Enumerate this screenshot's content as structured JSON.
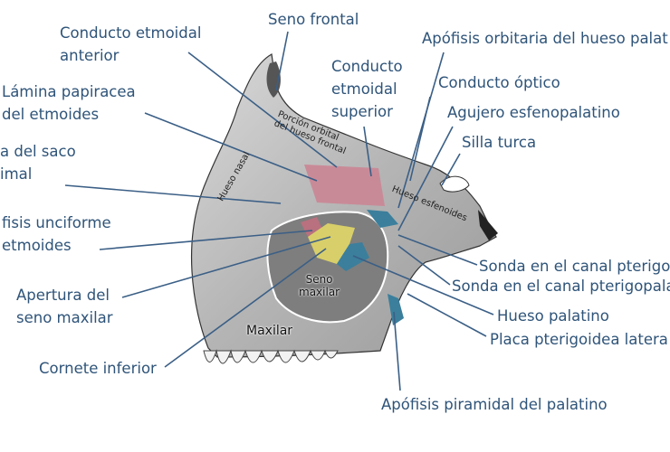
{
  "labels": {
    "seno_frontal": "Seno frontal",
    "conducto_etmoidal_anterior": [
      "Conducto etmoidal",
      "anterior"
    ],
    "apofisis_orbitaria": "Apófisis orbitaria del hueso palat",
    "conducto_etmoidal_superior": [
      "Conducto",
      "etmoidal",
      "superior"
    ],
    "conducto_optico": "Conducto óptico",
    "lamina_papiracea": [
      "Lámina papiracea",
      "del etmoides"
    ],
    "agujero_esfenopalatino": "Agujero esfenopalatino",
    "silla_turca": "Silla turca",
    "saco_lagrimal": [
      "a del saco",
      "imal"
    ],
    "apofisis_unciforme": [
      "fisis unciforme",
      "etmoides"
    ],
    "sonda_pterigoideo": "Sonda en el canal pterigo",
    "sonda_pterigopalatino": "Sonda en el canal pterigopala",
    "apertura_seno": [
      "Apertura del",
      "seno maxilar"
    ],
    "hueso_palatino": "Hueso palatino",
    "placa_pterigoidea": "Placa pterigoidea latera",
    "cornete_inferior": "Cornete inferior",
    "apofisis_piramidal": "Apófisis piramidal del palatino"
  },
  "inner_labels": {
    "porcion_orbital": [
      "Porción orbital",
      "del hueso frontal"
    ],
    "hueso_nasal": "Hueso nasal",
    "hueso_esfenoides": "Hueso esfenoides",
    "seno_maxilar": [
      "Seno",
      "maxilar"
    ],
    "maxilar": "Maxilar"
  },
  "colors": {
    "label": "#2f5479",
    "leader": "#3b5f86",
    "pink": "#c98a98",
    "yellow": "#d8cf6a",
    "blue": "#3b7f9c"
  }
}
